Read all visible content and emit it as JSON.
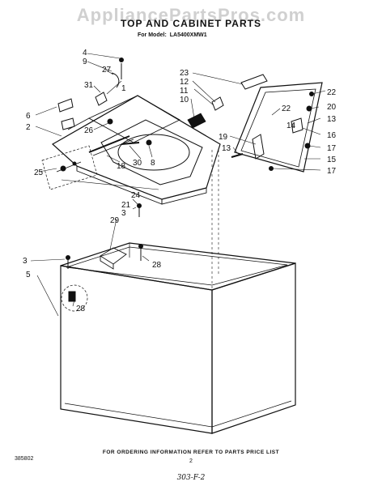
{
  "watermark": "AppliancePartsPros.com",
  "title": "TOP AND CABINET PARTS",
  "model_prefix": "For Model:",
  "model": "LA5400XMW1",
  "footer_note": "FOR ORDERING INFORMATION REFER TO PARTS PRICE LIST",
  "doc_number": "385802",
  "page_number": "2",
  "handwritten_note": "303-F-2",
  "callouts": {
    "c4": "4",
    "c9": "9",
    "c27": "27",
    "c31": "31",
    "c1": "1",
    "c6": "6",
    "c2": "2",
    "c26": "26",
    "c30": "30",
    "c8": "8",
    "c18": "18",
    "c25": "25",
    "c24": "24",
    "c21": "21",
    "c3a": "3",
    "c29": "29",
    "c3b": "3",
    "c5": "5",
    "c28a": "28",
    "c28b": "28",
    "c23": "23",
    "c12": "12",
    "c11": "11",
    "c10": "10",
    "c22a": "22",
    "c22b": "22",
    "c20": "20",
    "c13a": "13",
    "c14": "14",
    "c16": "16",
    "c19": "19",
    "c13b": "13",
    "c17a": "17",
    "c15": "15",
    "c17b": "17"
  }
}
